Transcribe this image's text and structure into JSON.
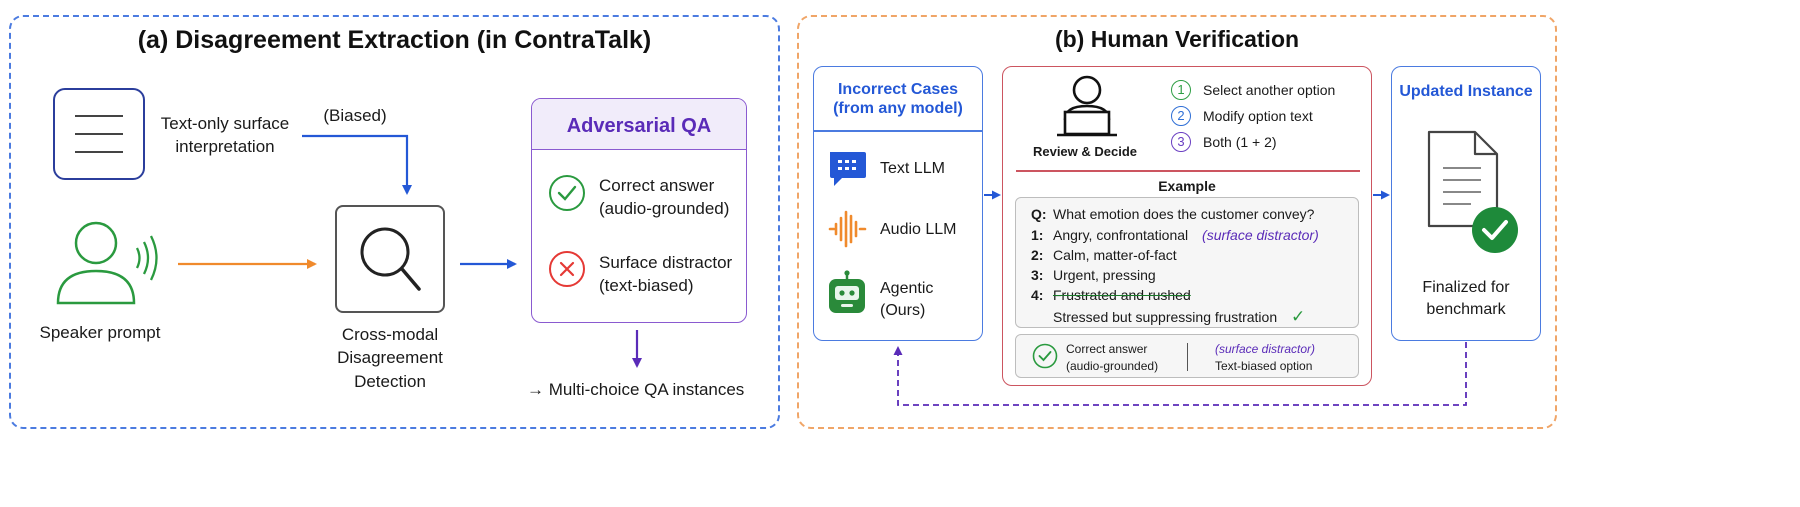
{
  "panel_a": {
    "title": "(a) Disagreement Extraction (in ContraTalk)",
    "text_label_line1": "Text-only surface",
    "text_label_line2": "interpretation",
    "biased_label": "(Biased)",
    "speaker_label": "Speaker prompt",
    "detector_line1": "Cross-modal",
    "detector_line2": "Disagreement",
    "detector_line3": "Detection",
    "adversarial": {
      "title": "Adversarial QA",
      "correct_line1": "Correct answer",
      "correct_line2": "(audio-grounded)",
      "distractor_line1": "Surface distractor",
      "distractor_line2": "(text-biased)"
    },
    "output_label": "→ Multi-choice QA instances"
  },
  "panel_b": {
    "title": "(b) Human Verification",
    "incorrect": {
      "title_line1": "Incorrect Cases",
      "title_line2": "(from any model)",
      "models": [
        {
          "label": "Text LLM",
          "icon": "chat-icon"
        },
        {
          "label": "Audio LLM",
          "icon": "waveform-icon"
        },
        {
          "label_line1": "Agentic",
          "label_line2": "(Ours)",
          "icon": "robot-icon"
        }
      ]
    },
    "review": {
      "label": "Review & Decide",
      "options": [
        {
          "num": "1",
          "text": "Select another option",
          "color": "#2e9e44"
        },
        {
          "num": "2",
          "text": "Modify option text",
          "color": "#2f6fd6"
        },
        {
          "num": "3",
          "text": "Both (1 + 2)",
          "color": "#6a3fc2"
        }
      ],
      "example_title": "Example",
      "question_key": "Q:",
      "question": "What emotion does the customer convey?",
      "answers": [
        {
          "key": "1:",
          "text": "Angry, confrontational",
          "tag": "(surface distractor)"
        },
        {
          "key": "2:",
          "text": "Calm, matter-of-fact"
        },
        {
          "key": "3:",
          "text": "Urgent, pressing"
        },
        {
          "key": "4:",
          "text": "Frustrated and rushed",
          "replacement": "Stressed but suppressing frustration"
        }
      ],
      "legend_correct_line1": "Correct answer",
      "legend_correct_line2": "(audio-grounded)",
      "legend_distractor_line1": "(surface distractor)",
      "legend_distractor_line2": "Text-biased option"
    },
    "updated": {
      "title": "Updated Instance",
      "footer_line1": "Finalized for",
      "footer_line2": "benchmark"
    }
  },
  "colors": {
    "blue": "#2458d6",
    "orange": "#f08a2c",
    "green": "#2a9a3f",
    "purple": "#5a2bb8",
    "red": "#e53935",
    "panel_b_border": "#cc5560"
  }
}
